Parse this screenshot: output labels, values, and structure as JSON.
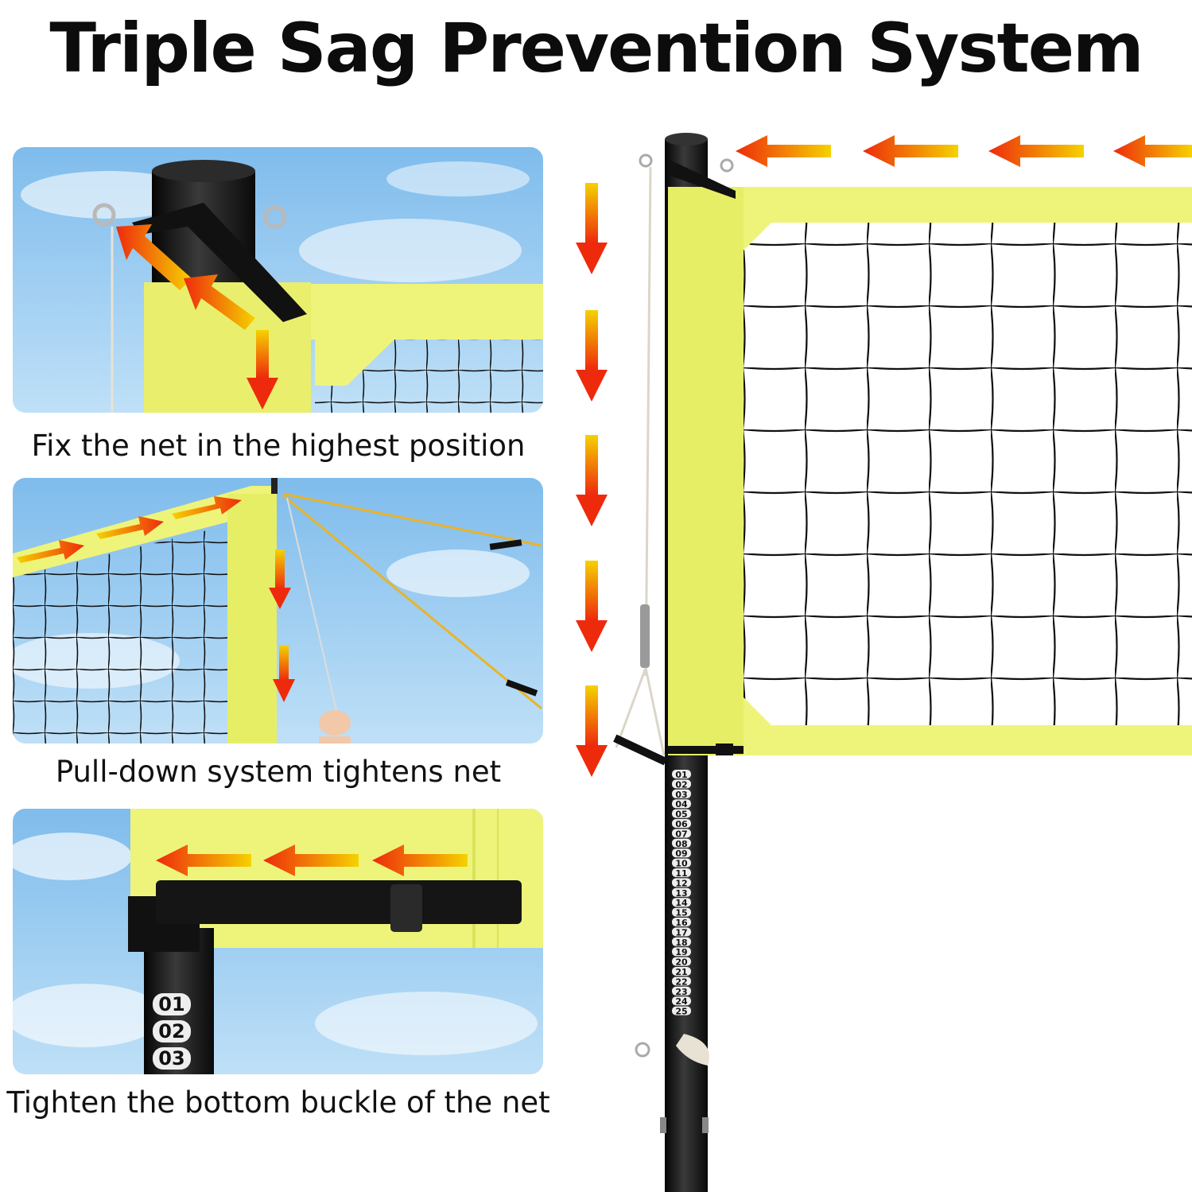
{
  "title": "Triple Sag Prevention System",
  "panels": [
    {
      "caption": "Fix the net in the highest position"
    },
    {
      "caption": "Pull-down system tightens net"
    },
    {
      "caption": "Tighten the bottom buckle of the net"
    }
  ],
  "pole_numbers_small": [
    "01",
    "02",
    "03"
  ],
  "pole_numbers": [
    "01",
    "02",
    "03",
    "04",
    "05",
    "06",
    "07",
    "08",
    "09",
    "10",
    "11",
    "12",
    "13",
    "14",
    "15",
    "16",
    "17",
    "18",
    "19",
    "20",
    "21",
    "22",
    "23",
    "24",
    "25"
  ],
  "colors": {
    "net_band": "#eef47a",
    "net_band_dark": "#d9e35a",
    "pole": "#1b1b1b",
    "arrow_start": "#f5d200",
    "arrow_end": "#ee2a0c",
    "sky": "#8ec5ef"
  },
  "icons": [
    "arrow-left-icon",
    "arrow-down-icon",
    "arrow-right-icon"
  ]
}
